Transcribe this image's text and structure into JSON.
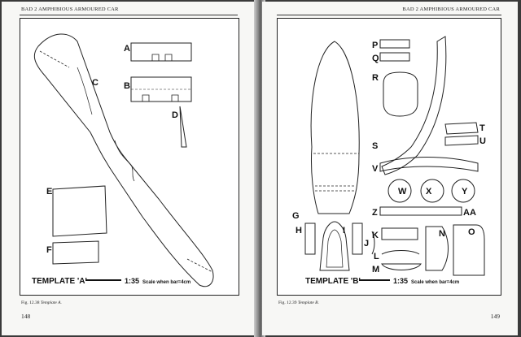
{
  "left_page": {
    "running_head": "BAD 2 AMPHIBIOUS ARMOURED CAR",
    "caption_fig": "Fig. 12.38",
    "caption_title": "Template A.",
    "page_number": "148",
    "template_label": "TEMPLATE 'A'",
    "scale_big": "1:35",
    "scale_text": "Scale when bar=4cm",
    "parts": [
      "A",
      "B",
      "C",
      "D",
      "E",
      "F"
    ]
  },
  "right_page": {
    "running_head": "BAD 2 AMPHIBIOUS ARMOURED CAR",
    "caption_fig": "Fig. 12.39",
    "caption_title": "Template B.",
    "page_number": "149",
    "template_label": "TEMPLATE 'B'",
    "scale_big": "1:35",
    "scale_text": "Scale when bar=4cm",
    "parts": [
      "P",
      "Q",
      "R",
      "S",
      "T",
      "U",
      "V",
      "W",
      "X",
      "Y",
      "Z",
      "AA",
      "G",
      "H",
      "I",
      "J",
      "K",
      "L",
      "M",
      "N",
      "O"
    ]
  }
}
